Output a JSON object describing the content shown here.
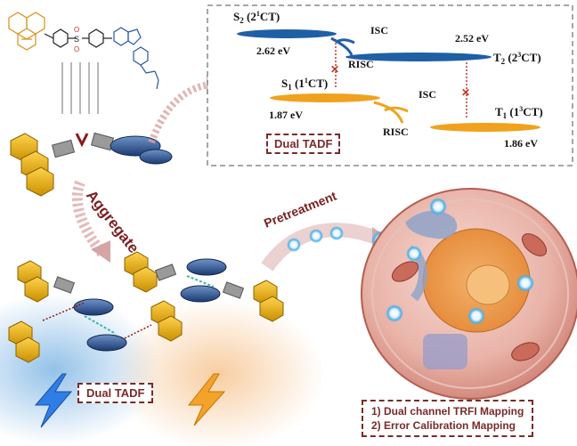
{
  "energy_diagram": {
    "s2": {
      "letter": "S",
      "sub": "2",
      "paren_open": "(2",
      "sup": "1",
      "paren_close": "CT)",
      "energy": "2.62 eV"
    },
    "t2": {
      "letter": "T",
      "sub": "2",
      "paren_open": "(2",
      "sup": "3",
      "paren_close": "CT)",
      "energy": "2.52 eV"
    },
    "s1": {
      "letter": "S",
      "sub": "1",
      "paren_open": "(1",
      "sup": "1",
      "paren_close": "CT)",
      "energy": "1.87 eV"
    },
    "t1": {
      "letter": "T",
      "sub": "1",
      "paren_open": "(1",
      "sup": "3",
      "paren_close": "CT)",
      "energy": "1.86 eV"
    },
    "isc_top": "ISC",
    "risc_top": "RISC",
    "isc_bottom": "ISC",
    "risc_bottom": "RISC",
    "dual_tadf_label": "Dual TADF",
    "colors": {
      "upper": "#1f5fa6",
      "lower": "#f0a21e",
      "frame": "#8a8a8a",
      "red_x": "#c0392b"
    }
  },
  "flow_labels": {
    "aggregate": "Aggregate",
    "pretreatment": "Pretreatment"
  },
  "aggregate_panel": {
    "dual_tadf_label": "Dual TADF"
  },
  "cell_panel": {
    "items": [
      "1) Dual channel TRFI Mapping",
      "2) Error Calibration Mapping"
    ]
  },
  "icons": [
    "molecule-structure",
    "lightning-blue-icon",
    "lightning-orange-icon",
    "cell-illustration",
    "nanoparticle-glow"
  ]
}
